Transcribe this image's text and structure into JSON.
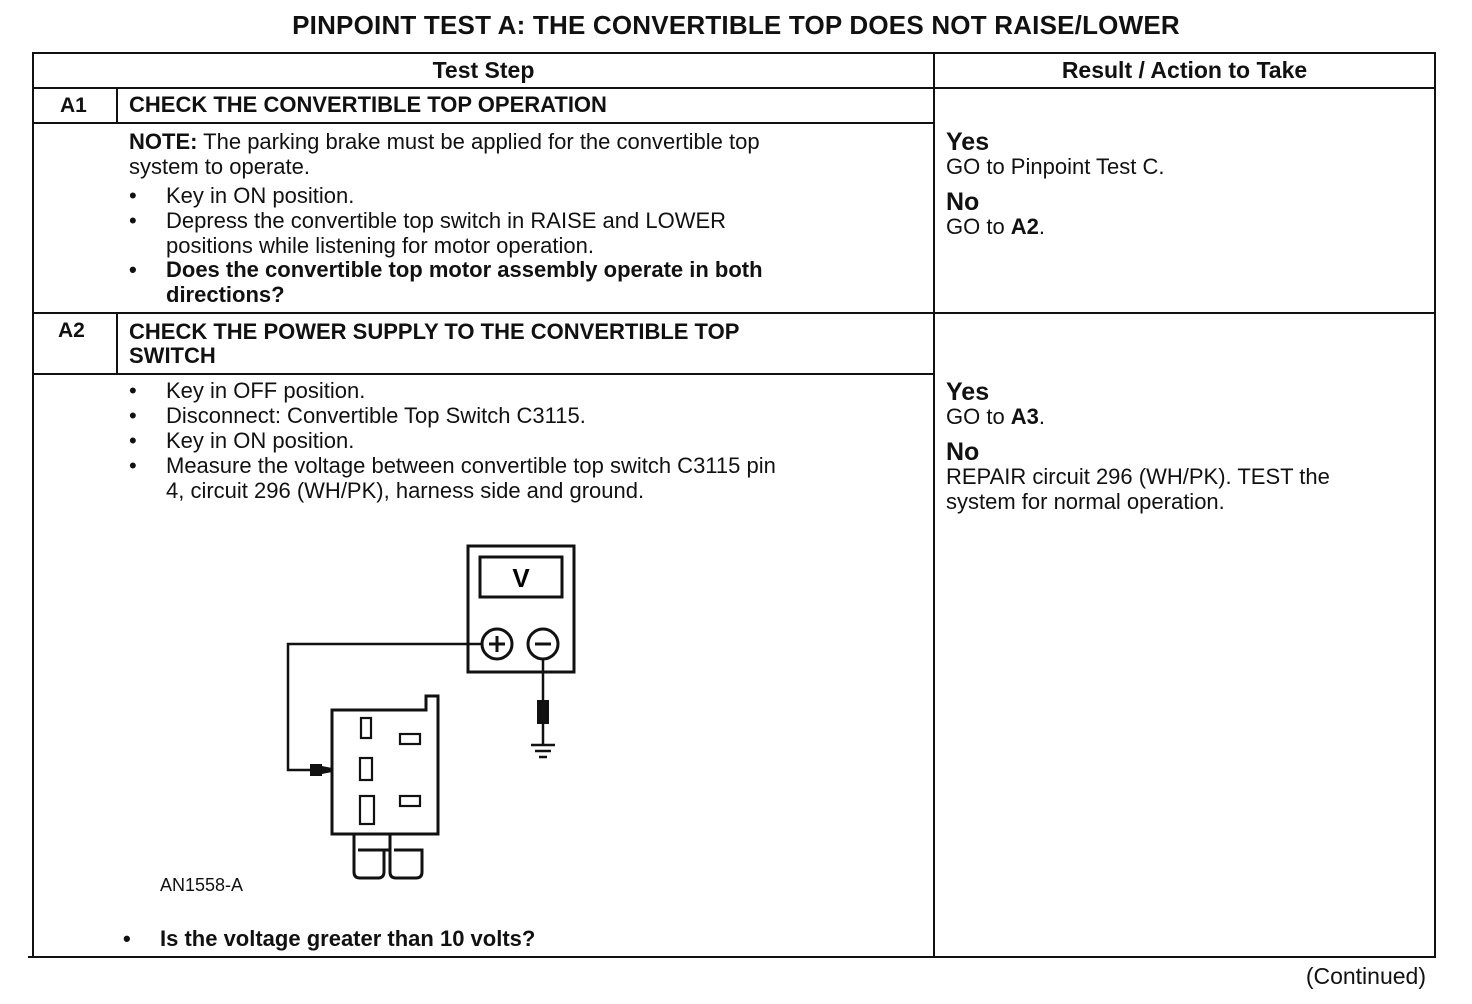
{
  "title": "PINPOINT TEST  A: THE CONVERTIBLE TOP DOES NOT RAISE/LOWER",
  "headers": {
    "test_step": "Test Step",
    "result": "Result / Action to Take"
  },
  "steps": [
    {
      "id": "A1",
      "title": "CHECK THE CONVERTIBLE TOP OPERATION",
      "note_label": "NOTE:",
      "note_text_1": " The parking brake must be applied for the convertible top",
      "note_text_2": "system to operate.",
      "bullets": [
        "Key in ON position.",
        "Depress the convertible top switch in RAISE and LOWER",
        "positions while listening for motor operation.",
        "Does the convertible top motor assembly operate in both",
        "directions?"
      ],
      "yes_label": "Yes",
      "yes_action": "GO to Pinpoint Test C.",
      "no_label": "No",
      "no_action_prefix": "GO to ",
      "no_action_target": "A2",
      "no_action_suffix": "."
    },
    {
      "id": "A2",
      "title_line_1": "CHECK THE POWER SUPPLY TO THE CONVERTIBLE TOP",
      "title_line_2": "SWITCH",
      "bullets": [
        "Key in OFF position.",
        "Disconnect: Convertible Top Switch C3115.",
        "Key in ON position.",
        "Measure the voltage between convertible top switch C3115 pin",
        "4, circuit 296 (WH/PK), harness side and ground."
      ],
      "figure_id": "AN1558-A",
      "meter_symbol": "V",
      "question": "Is the voltage greater than 10 volts?",
      "yes_label": "Yes",
      "yes_action_prefix": "GO to ",
      "yes_action_target": "A3",
      "yes_action_suffix": ".",
      "no_label": "No",
      "no_action_line_1": "REPAIR circuit 296 (WH/PK). TEST the",
      "no_action_line_2": "system for normal operation."
    }
  ],
  "continued": "(Continued)",
  "bullet_glyph": "•"
}
